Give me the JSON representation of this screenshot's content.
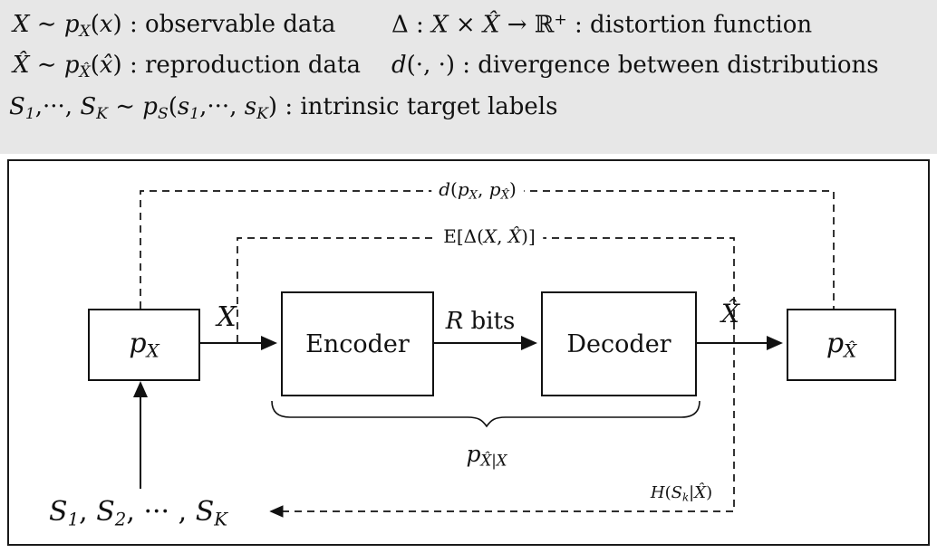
{
  "colors": {
    "background": "#ffffff",
    "legend_background": "#e7e7e7",
    "line": "#111111",
    "text": "#111111"
  },
  "legend": {
    "line1_left": [
      {
        "t": "X",
        "s": "it"
      },
      {
        "t": " ∼ ",
        "s": "rm"
      },
      {
        "t": "p",
        "s": "it"
      },
      {
        "t": "X",
        "s": "sub"
      },
      {
        "t": "(",
        "s": "rm"
      },
      {
        "t": "x",
        "s": "it"
      },
      {
        "t": ") : observable data",
        "s": "rm"
      }
    ],
    "line1_right": [
      {
        "t": "Δ : ",
        "s": "rm"
      },
      {
        "t": "X",
        "s": "scr"
      },
      {
        "t": " × ",
        "s": "rm"
      },
      {
        "t": "X̂",
        "s": "scr"
      },
      {
        "t": " → ℝ",
        "s": "rm"
      },
      {
        "t": "+",
        "s": "sup"
      },
      {
        "t": " : distortion function",
        "s": "rm"
      }
    ],
    "line2_left": [
      {
        "t": "X̂",
        "s": "it"
      },
      {
        "t": " ∼ ",
        "s": "rm"
      },
      {
        "t": "p",
        "s": "it"
      },
      {
        "t": "X̂",
        "s": "sub"
      },
      {
        "t": "(",
        "s": "rm"
      },
      {
        "t": "x̂",
        "s": "it"
      },
      {
        "t": ") : reproduction data",
        "s": "rm"
      }
    ],
    "line2_right": [
      {
        "t": "d",
        "s": "it"
      },
      {
        "t": "(·, ·) : divergence between distributions",
        "s": "rm"
      }
    ],
    "line3": [
      {
        "t": "S",
        "s": "it"
      },
      {
        "t": "1",
        "s": "sub"
      },
      {
        "t": ",···, ",
        "s": "rm"
      },
      {
        "t": "S",
        "s": "it"
      },
      {
        "t": "K",
        "s": "sub"
      },
      {
        "t": " ∼ ",
        "s": "rm"
      },
      {
        "t": "p",
        "s": "it"
      },
      {
        "t": "S",
        "s": "sub"
      },
      {
        "t": "(",
        "s": "rm"
      },
      {
        "t": "s",
        "s": "it"
      },
      {
        "t": "1",
        "s": "sub"
      },
      {
        "t": ",···, ",
        "s": "rm"
      },
      {
        "t": "s",
        "s": "it"
      },
      {
        "t": "K",
        "s": "sub"
      },
      {
        "t": ") : intrinsic target labels",
        "s": "rm"
      }
    ]
  },
  "diagram": {
    "boxes": {
      "px": [
        {
          "t": "p",
          "s": "it"
        },
        {
          "t": "X",
          "s": "sub"
        }
      ],
      "encoder": "Encoder",
      "decoder": "Decoder",
      "pxhat": [
        {
          "t": "p",
          "s": "it"
        },
        {
          "t": "X̂",
          "s": "sub"
        }
      ]
    },
    "labels": {
      "x": [
        {
          "t": "X",
          "s": "it"
        }
      ],
      "rbits": [
        {
          "t": "R",
          "s": "it"
        },
        {
          "t": " bits",
          "s": "rm"
        }
      ],
      "xhat": [
        {
          "t": "X̂",
          "s": "it"
        }
      ],
      "d_divergence": [
        {
          "t": "d",
          "s": "it"
        },
        {
          "t": "(",
          "s": "rm"
        },
        {
          "t": "p",
          "s": "it"
        },
        {
          "t": "X",
          "s": "sub"
        },
        {
          "t": ", ",
          "s": "rm"
        },
        {
          "t": "p",
          "s": "it"
        },
        {
          "t": "X̂",
          "s": "sub"
        },
        {
          "t": ")",
          "s": "rm"
        }
      ],
      "expected_distortion": [
        {
          "t": "E",
          "s": "bb"
        },
        {
          "t": "[Δ(",
          "s": "rm"
        },
        {
          "t": "X",
          "s": "it"
        },
        {
          "t": ", ",
          "s": "rm"
        },
        {
          "t": "X̂",
          "s": "it"
        },
        {
          "t": ")]",
          "s": "rm"
        }
      ],
      "channel": [
        {
          "t": "p",
          "s": "it"
        },
        {
          "t": "X̂|X",
          "s": "sub"
        }
      ],
      "h_cond": [
        {
          "t": "H",
          "s": "it"
        },
        {
          "t": "(",
          "s": "rm"
        },
        {
          "t": "S",
          "s": "it"
        },
        {
          "t": "k",
          "s": "sub"
        },
        {
          "t": "|",
          "s": "rm"
        },
        {
          "t": "X̂",
          "s": "it"
        },
        {
          "t": ")",
          "s": "rm"
        }
      ],
      "s_seq": [
        {
          "t": "S",
          "s": "it"
        },
        {
          "t": "1",
          "s": "sub"
        },
        {
          "t": ", ",
          "s": "rm"
        },
        {
          "t": "S",
          "s": "it"
        },
        {
          "t": "2",
          "s": "sub"
        },
        {
          "t": ", ··· , ",
          "s": "rm"
        },
        {
          "t": "S",
          "s": "it"
        },
        {
          "t": "K",
          "s": "sub"
        }
      ]
    }
  }
}
